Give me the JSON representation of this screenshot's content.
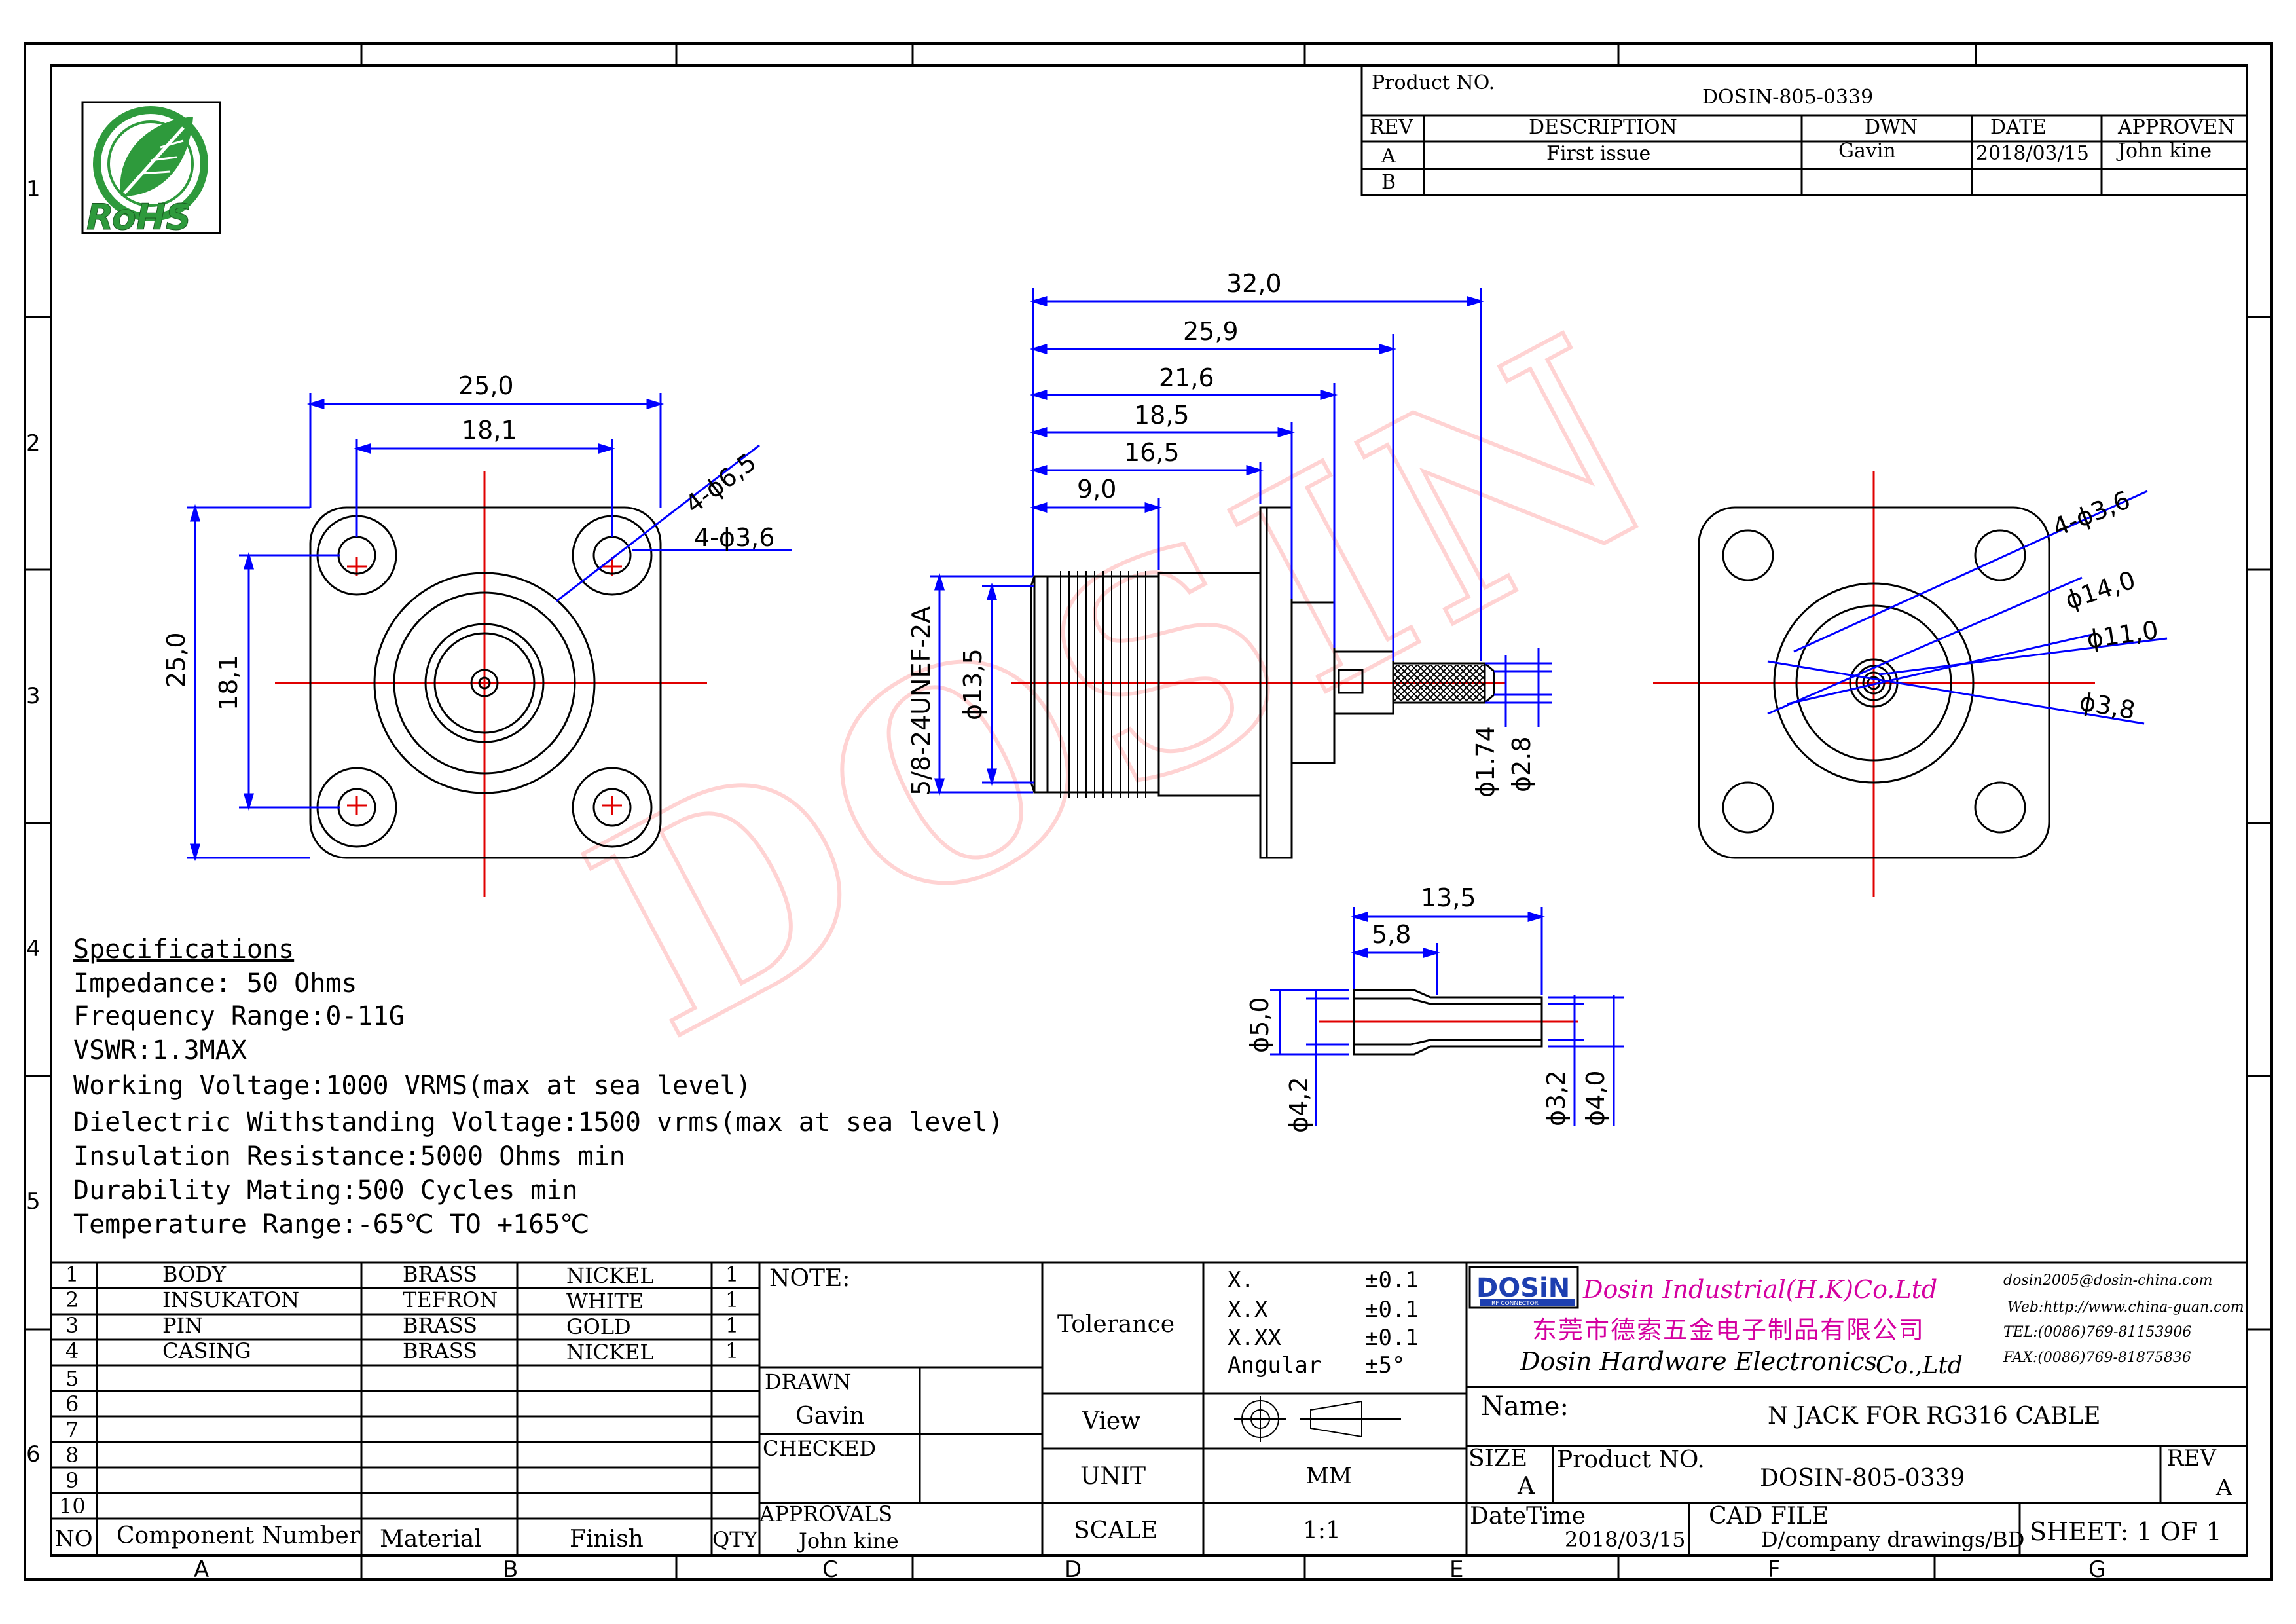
{
  "logo": {
    "text": "RoHS"
  },
  "watermark": "DOSIN",
  "revision_block": {
    "product_no_label": "Product NO.",
    "product_no": "DOSIN-805-0339",
    "headers": [
      "REV",
      "DESCRIPTION",
      "DWN",
      "DATE",
      "APPROVEN"
    ],
    "rows": [
      [
        "A",
        "First issue",
        "Gavin",
        "2018/03/15",
        "John kine"
      ],
      [
        "B",
        "",
        "",
        "",
        ""
      ]
    ]
  },
  "border": {
    "zones_bottom": [
      "A",
      "B",
      "C",
      "D",
      "E",
      "F",
      "G"
    ],
    "zones_left": [
      "1",
      "2",
      "3",
      "4",
      "5",
      "6"
    ]
  },
  "dimensions": {
    "front": {
      "outer": "25,0",
      "inner": "18,1",
      "outer_v": "25,0",
      "inner_v": "18,1",
      "holes_large": "4-ϕ6,5",
      "holes_small": "4-ϕ3,6"
    },
    "side": {
      "d32": "32,0",
      "d259": "25,9",
      "d216": "21,6",
      "d185": "18,5",
      "d165": "16,5",
      "d90": "9,0",
      "thread": "5/8-24UNEF-2A",
      "d135": "ϕ13,5",
      "d174": "ϕ1.74",
      "d28": "ϕ2.8"
    },
    "rear": {
      "holes": "4-ϕ3,6",
      "d14": "ϕ14,0",
      "d11": "ϕ11,0",
      "d38": "ϕ3,8"
    },
    "ferrule": {
      "d135": "13,5",
      "d58": "5,8",
      "d50": "ϕ5,0",
      "d42": "ϕ4,2",
      "d32": "ϕ3,2",
      "d40": "ϕ4,0"
    }
  },
  "specifications": {
    "title": "Specifications",
    "lines": [
      "Impedance: 50 Ohms",
      "Frequency Range:0-11G",
      "VSWR:1.3MAX",
      "Working Voltage:1000 VRMS(max at sea level)",
      "Dielectric Withstanding Voltage:1500 vrms(max at sea level)",
      "Insulation Resistance:5000 Ohms min",
      "Durability Mating:500 Cycles min",
      "Temperature Range:-65℃ TO +165℃"
    ]
  },
  "bom": {
    "rows": [
      {
        "no": "1",
        "component": "BODY",
        "material": "BRASS",
        "finish": "NICKEL",
        "qty": "1"
      },
      {
        "no": "2",
        "component": "INSUKATON",
        "material": "TEFRON",
        "finish": "WHITE",
        "qty": "1"
      },
      {
        "no": "3",
        "component": "PIN",
        "material": "BRASS",
        "finish": "GOLD",
        "qty": "1"
      },
      {
        "no": "4",
        "component": "CASING",
        "material": "BRASS",
        "finish": "NICKEL",
        "qty": "1"
      },
      {
        "no": "5",
        "component": "",
        "material": "",
        "finish": "",
        "qty": ""
      },
      {
        "no": "6",
        "component": "",
        "material": "",
        "finish": "",
        "qty": ""
      },
      {
        "no": "7",
        "component": "",
        "material": "",
        "finish": "",
        "qty": ""
      },
      {
        "no": "8",
        "component": "",
        "material": "",
        "finish": "",
        "qty": ""
      },
      {
        "no": "9",
        "component": "",
        "material": "",
        "finish": "",
        "qty": ""
      },
      {
        "no": "10",
        "component": "",
        "material": "",
        "finish": "",
        "qty": ""
      }
    ],
    "headers": {
      "no": "NO",
      "component": "Component Number",
      "material": "Material",
      "finish": "Finish",
      "qty": "QTY"
    }
  },
  "notes": {
    "label": "NOTE:"
  },
  "approvals": {
    "drawn_label": "DRAWN",
    "drawn": "Gavin",
    "checked_label": "CHECKED",
    "approvals_label": "APPROVALS",
    "approvals": "John kine"
  },
  "tolerance": {
    "label": "Tolerance",
    "rows": [
      [
        "X.",
        "±0.1"
      ],
      [
        "X.X",
        "±0.1"
      ],
      [
        "X.XX",
        "±0.1"
      ],
      [
        "Angular",
        "±5°"
      ]
    ]
  },
  "view": {
    "label": "View"
  },
  "unit": {
    "label": "UNIT",
    "value": "MM"
  },
  "scale": {
    "label": "SCALE",
    "value": "1:1"
  },
  "company": {
    "logo": "DOSiN",
    "logo_sub": "RF CONNECTOR",
    "name_en": "Dosin Industrial(H.K)Co.Ltd",
    "name_cn": "东莞市德索五金电子制品有限公司",
    "name2": "Dosin Hardware Electronics",
    "name2_suffix": "Co.,Ltd",
    "email": "dosin2005@dosin-china.com",
    "web": "Web:http://www.china-guan.com",
    "tel": "TEL:(0086)769-81153906",
    "fax": "FAX:(0086)769-81875836"
  },
  "title_block": {
    "name_label": "Name:",
    "name": "N JACK FOR RG316 CABLE",
    "size_label": "SIZE",
    "size": "A",
    "product_no_label": "Product NO.",
    "product_no": "DOSIN-805-0339",
    "rev_label": "REV",
    "rev": "A",
    "datetime_label": "DateTime",
    "datetime": "2018/03/15",
    "cad_label": "CAD FILE",
    "cad": "D/company drawings/BD",
    "sheet": "SHEET: 1 OF 1"
  },
  "colors": {
    "dimension": "#0000ff",
    "centerline": "#e00000",
    "watermark": "#ffd9d9",
    "company_pink": "#d400a0",
    "logo_green": "#2e9a3c"
  }
}
